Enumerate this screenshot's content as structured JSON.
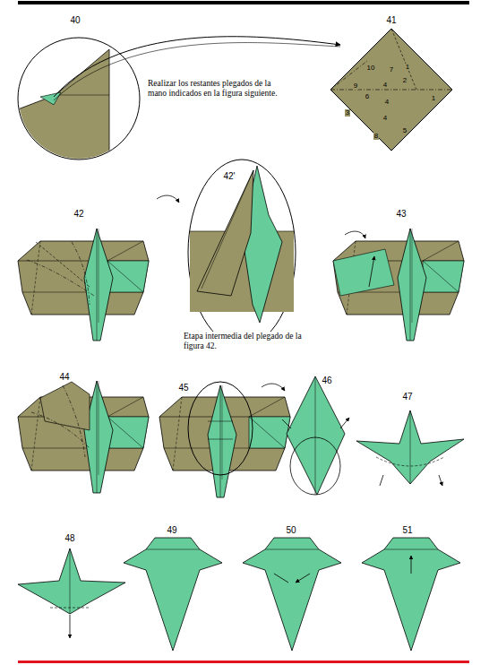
{
  "diagram": {
    "labels": [
      "40",
      "41",
      "Realizar los restantes plegados de la mano indicados en la figura siguiente.",
      "10",
      "7",
      "1",
      "2",
      "4",
      "9",
      "6",
      "4",
      "1",
      "3",
      "4",
      "5",
      "8",
      "42'",
      "42",
      "Etapa intermedia del plegado de la figura 42.",
      "43",
      "44",
      "45",
      "46",
      "47",
      "48",
      "49",
      "50",
      "51"
    ]
  }
}
